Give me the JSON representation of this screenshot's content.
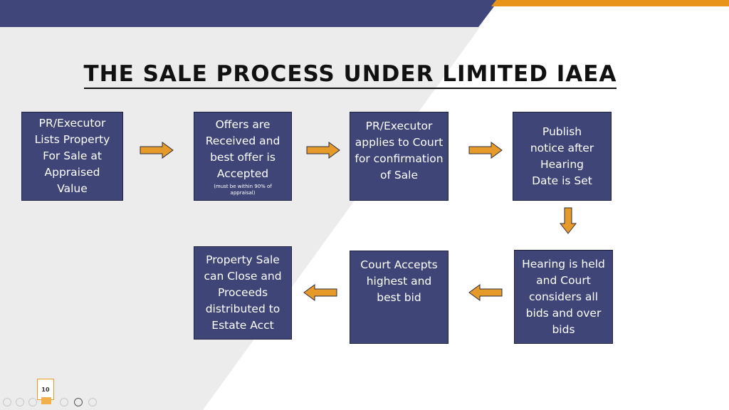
{
  "title": "THE SALE PROCESS UNDER LIMITED IAEA",
  "colors": {
    "box_fill": "#3f4677",
    "arrow_fill": "#e69a2a",
    "header_band": "#40457a",
    "header_accent": "#e8931a",
    "background_shape": "#ececec"
  },
  "steps": [
    {
      "lines": [
        "PR/Executor",
        "Lists Property",
        "For Sale at",
        "Appraised",
        "Value"
      ]
    },
    {
      "lines": [
        "Offers are",
        "Received and",
        "best offer is",
        "Accepted"
      ],
      "note": [
        "(must be within 90% of",
        "appraisal)"
      ]
    },
    {
      "lines": [
        "PR/Executor",
        "applies to Court",
        "for confirmation",
        "of Sale"
      ]
    },
    {
      "lines": [
        "Publish",
        "notice after",
        "Hearing",
        "Date is Set"
      ]
    },
    {
      "lines": [
        "Hearing is held",
        "and Court",
        "considers all",
        "bids and over",
        "bids"
      ]
    },
    {
      "lines": [
        "Court Accepts",
        "highest and",
        "best bid"
      ]
    },
    {
      "lines": [
        "Property Sale",
        "can Close and",
        "Proceeds",
        "distributed to",
        "Estate Acct"
      ]
    }
  ],
  "slide_number": "10"
}
